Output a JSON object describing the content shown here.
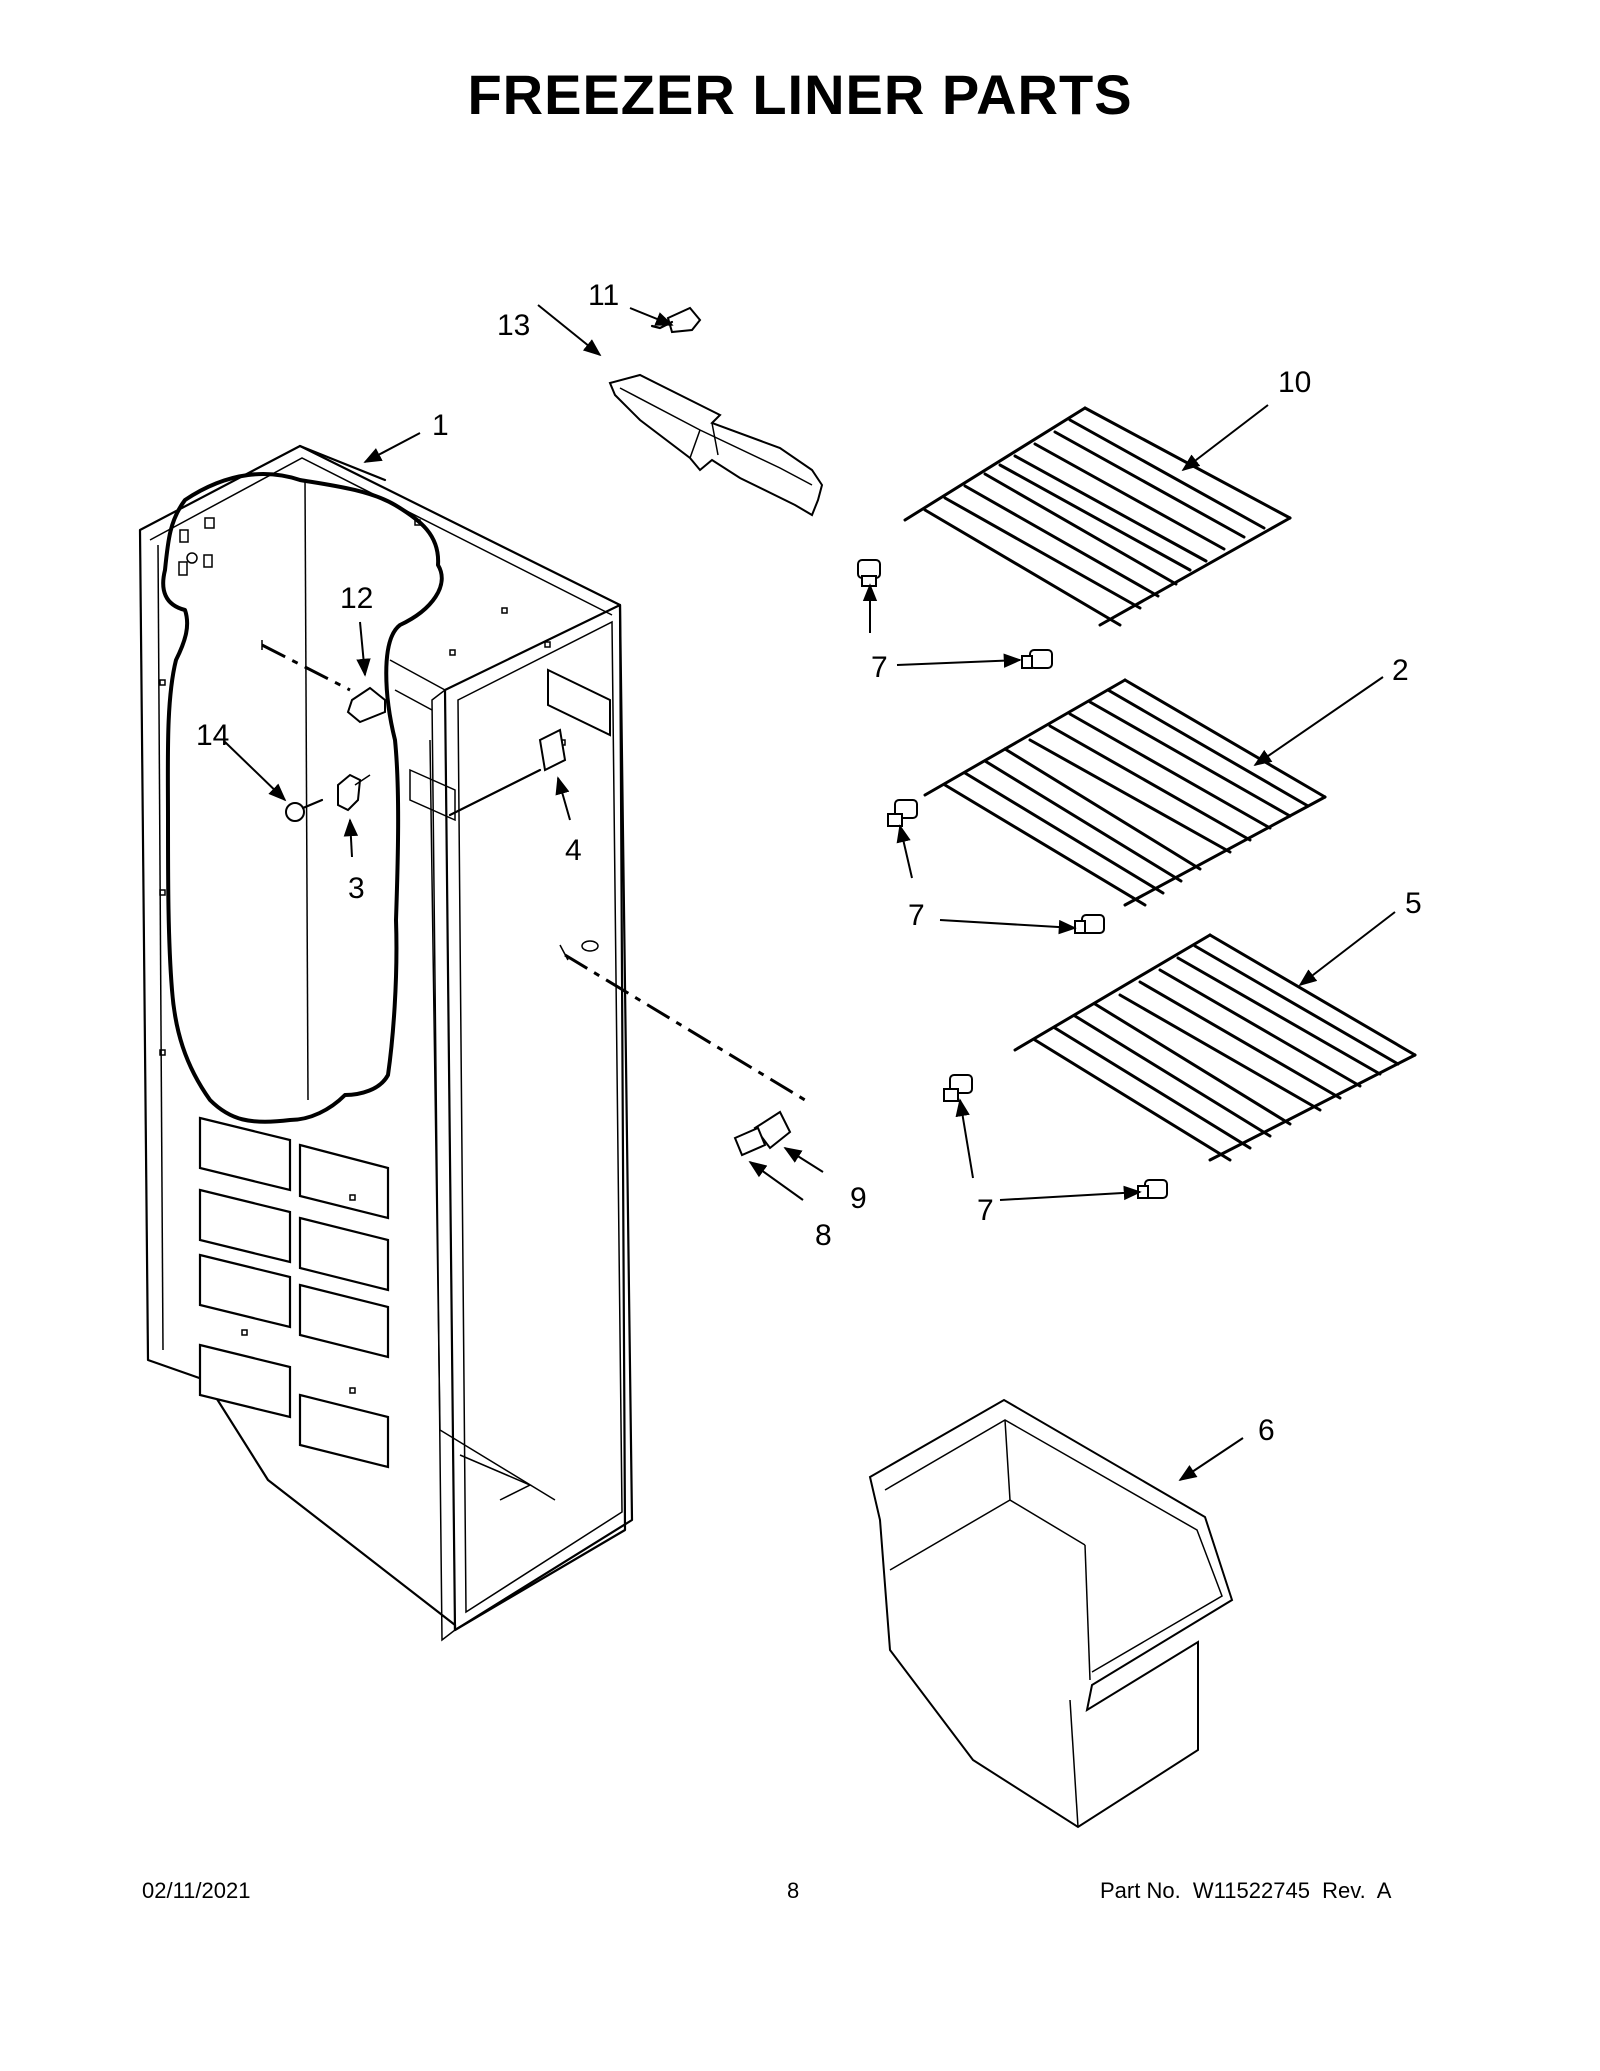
{
  "title": "FREEZER LINER PARTS",
  "callouts": {
    "c1": "1",
    "c2": "2",
    "c3": "3",
    "c4": "4",
    "c5": "5",
    "c6": "6",
    "c7a": "7",
    "c7b": "7",
    "c7c": "7",
    "c8": "8",
    "c9": "9",
    "c10": "10",
    "c11": "11",
    "c12": "12",
    "c13": "13",
    "c14": "14"
  },
  "footer": {
    "date": "02/11/2021",
    "page": "8",
    "part_no": "Part No.  W11522745  Rev.  A"
  }
}
